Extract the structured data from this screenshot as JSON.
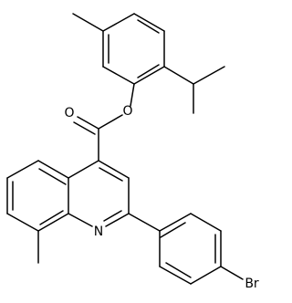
{
  "molecule": {
    "atom_labels": {
      "ester_oxygen": "O",
      "carbonyl_oxygen": "O",
      "ring_nitrogen": "N",
      "bromine": "Br"
    }
  },
  "colors": {
    "bond": "#000000",
    "label": "#000000",
    "background": "#ffffff"
  }
}
